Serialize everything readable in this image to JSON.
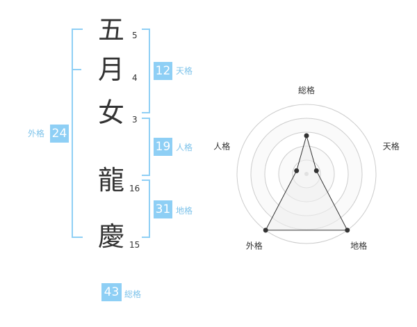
{
  "name": {
    "characters": [
      {
        "char": "五",
        "strokes": "5"
      },
      {
        "char": "月",
        "strokes": "4"
      },
      {
        "char": "女",
        "strokes": "3"
      },
      {
        "char": "龍",
        "strokes": "16"
      },
      {
        "char": "慶",
        "strokes": "15"
      }
    ]
  },
  "kakusu": {
    "tenkaku": {
      "value": "12",
      "label": "天格"
    },
    "jinkaku": {
      "value": "19",
      "label": "人格"
    },
    "chikaku": {
      "value": "31",
      "label": "地格"
    },
    "gaikaku": {
      "value": "24",
      "label": "外格"
    },
    "soukaku": {
      "value": "43",
      "label": "総格"
    }
  },
  "radar": {
    "axes": [
      "総格",
      "天格",
      "地格",
      "外格",
      "人格"
    ],
    "values": [
      0.55,
      0.15,
      1.0,
      1.0,
      0.15
    ],
    "line_color": "#333333",
    "fill_color": "#eeeeee",
    "ring_color": "#cccccc"
  }
}
